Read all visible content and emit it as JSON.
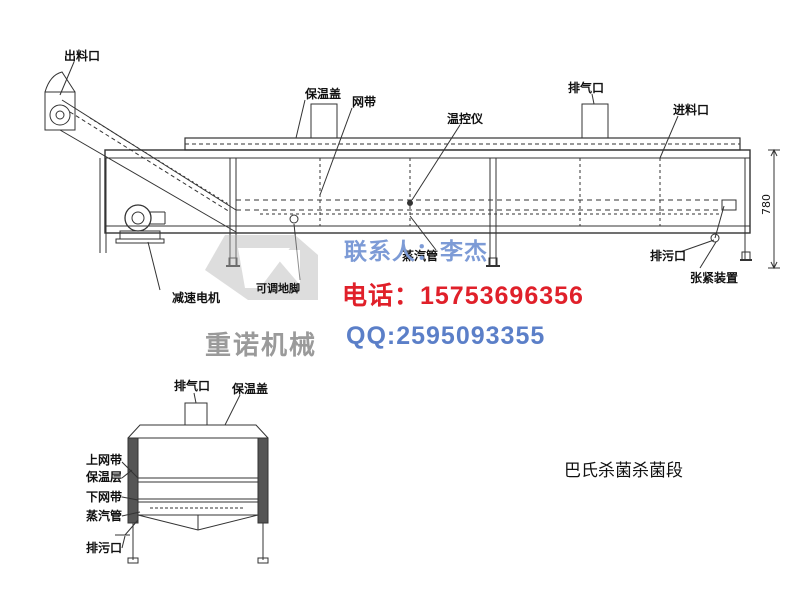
{
  "labels": {
    "outlet": "出料口",
    "insulation_cover": "保温盖",
    "mesh_belt": "网带",
    "thermostat": "温控仪",
    "exhaust_port": "排气口",
    "inlet": "进料口",
    "dimension_780": "780",
    "reducer_motor": "减速电机",
    "adjustable_feet": "可调地脚",
    "steam_pipe": "蒸汽管",
    "drain_port": "排污口",
    "tensioner": "张紧装置"
  },
  "section_labels": {
    "exhaust_port": "排气口",
    "insulation_cover": "保温盖",
    "upper_mesh_belt": "上网带",
    "insulation_layer": "保温层",
    "lower_mesh_belt": "下网带",
    "steam_pipe": "蒸汽管",
    "drain_port": "排污口"
  },
  "title": "巴氏杀菌杀菌段",
  "contact": {
    "person": "联系人：李杰",
    "phone": "电话：15753696356",
    "qq": "QQ:2595093355"
  },
  "watermark": {
    "brand": "重诺机械"
  },
  "colors": {
    "line": "#333333",
    "phone": "#e0202a",
    "contact_blue": "#7d9bd6",
    "qq_blue": "#5b7fc8",
    "watermark": "#9a9a9a"
  }
}
